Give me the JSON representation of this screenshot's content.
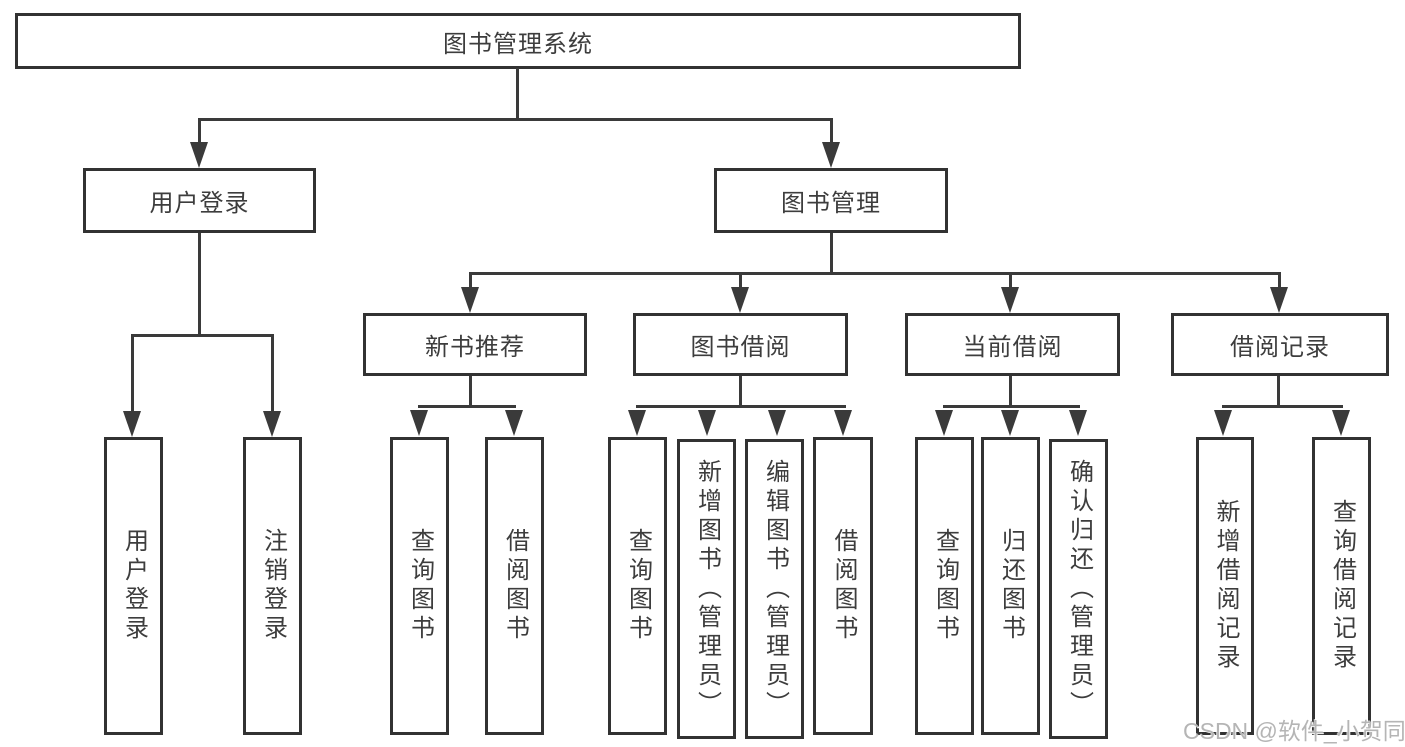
{
  "diagram": {
    "type": "hierarchy",
    "root": {
      "label": "图书管理系统"
    },
    "level2": [
      {
        "label": "用户登录"
      },
      {
        "label": "图书管理"
      }
    ],
    "level3": [
      {
        "label": "新书推荐",
        "parent": "图书管理"
      },
      {
        "label": "图书借阅",
        "parent": "图书管理"
      },
      {
        "label": "当前借阅",
        "parent": "图书管理"
      },
      {
        "label": "借阅记录",
        "parent": "图书管理"
      }
    ],
    "leaves": [
      {
        "label": "用户登录",
        "parent": "用户登录"
      },
      {
        "label": "注销登录",
        "parent": "用户登录"
      },
      {
        "label": "查询图书",
        "parent": "新书推荐"
      },
      {
        "label": "借阅图书",
        "parent": "新书推荐"
      },
      {
        "label": "查询图书",
        "parent": "图书借阅"
      },
      {
        "label": "新增图书（管理员）",
        "parent": "图书借阅"
      },
      {
        "label": "编辑图书（管理员）",
        "parent": "图书借阅"
      },
      {
        "label": "借阅图书",
        "parent": "图书借阅"
      },
      {
        "label": "查询图书",
        "parent": "当前借阅"
      },
      {
        "label": "归还图书",
        "parent": "当前借阅"
      },
      {
        "label": "确认归还（管理员）",
        "parent": "当前借阅"
      },
      {
        "label": "新增借阅记录",
        "parent": "借阅记录"
      },
      {
        "label": "查询借阅记录",
        "parent": "借阅记录"
      }
    ],
    "colors": {
      "line": "#3a3a3a",
      "box_border": "#323232",
      "text": "#3d3d3d",
      "background": "#ffffff",
      "watermark": "#b5b5b5"
    }
  },
  "watermark": {
    "text": "CSDN @软件_小贺同学"
  }
}
